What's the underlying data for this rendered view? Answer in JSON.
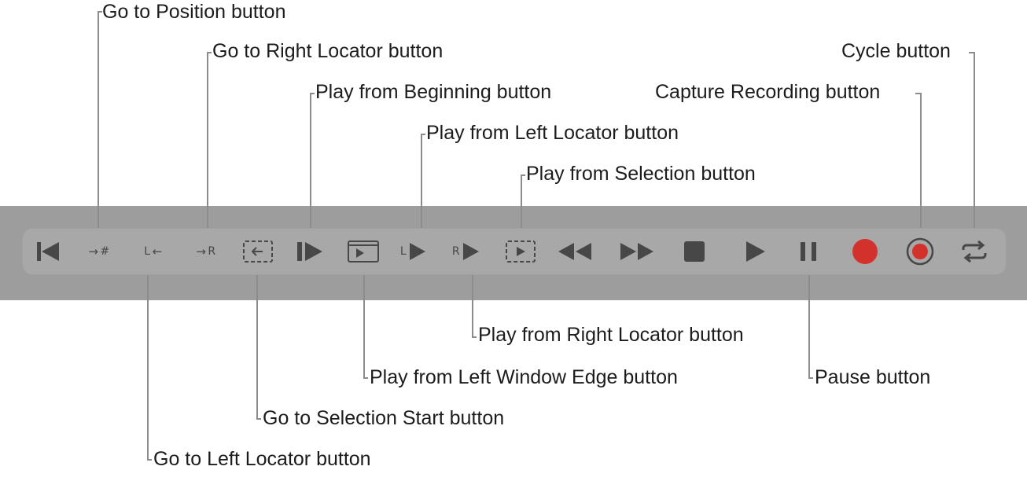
{
  "callouts": {
    "go_to_position": "Go to Position button",
    "go_to_right_locator": "Go to Right Locator button",
    "play_from_beginning": "Play from Beginning button",
    "play_from_left_locator": "Play from Left Locator button",
    "play_from_selection": "Play from Selection button",
    "cycle": "Cycle button",
    "capture_recording": "Capture Recording button",
    "go_to_left_locator": "Go to Left Locator button",
    "go_to_selection_start": "Go to Selection Start button",
    "play_from_left_window_edge": "Play from Left Window Edge button",
    "play_from_right_locator": "Play from Right Locator button",
    "pause": "Pause button"
  },
  "glyphs": {
    "position_mark": "#",
    "left_locator_letter": "L",
    "right_locator_letter": "R"
  },
  "colors": {
    "icon": "#474747",
    "record": "#d3312c",
    "band": "#9d9d9d",
    "bar": "#a8a8a8",
    "leader_line": "#8c8c8c"
  }
}
